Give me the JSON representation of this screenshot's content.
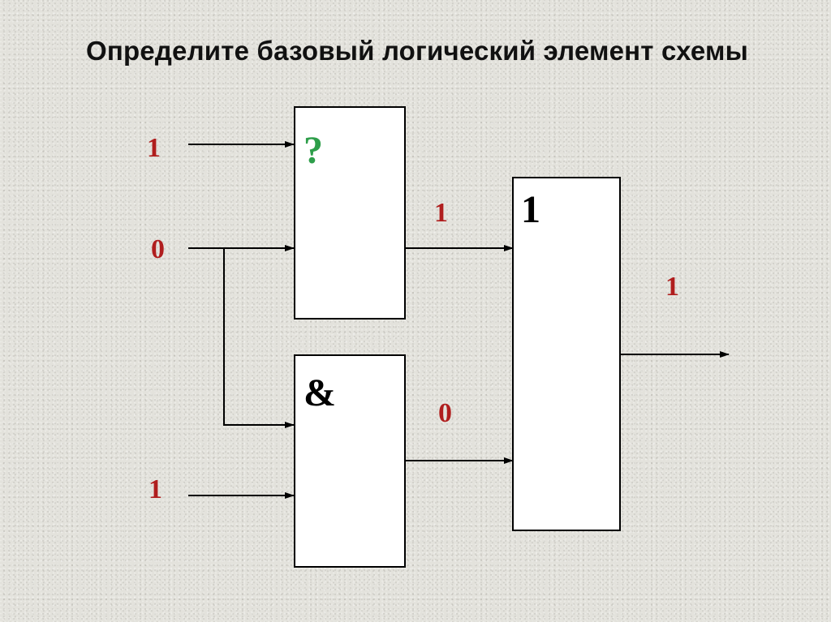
{
  "title": "Определите базовый логический элемент схемы",
  "colors": {
    "signal": "#b01e1e",
    "unknown": "#2e9e4a",
    "symbol": "#000000"
  },
  "gates": {
    "top": {
      "symbol": "?"
    },
    "bottom": {
      "symbol": "&"
    },
    "right": {
      "symbol": "1"
    }
  },
  "signals": {
    "input_a": "1",
    "input_b": "0",
    "input_c": "1",
    "top_output": "1",
    "bottom_output": "0",
    "final_output": "1"
  }
}
